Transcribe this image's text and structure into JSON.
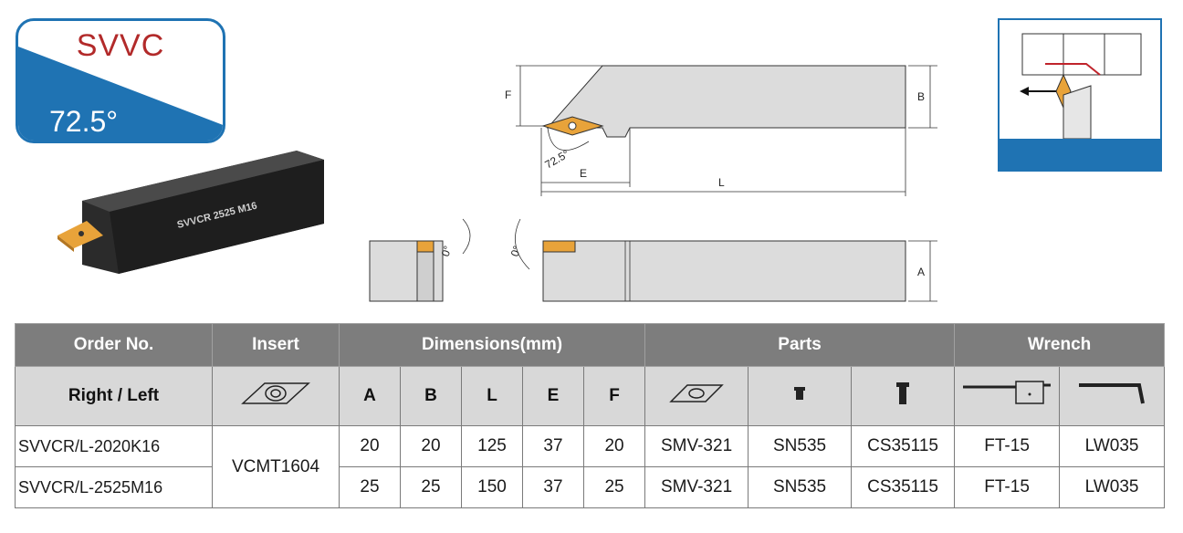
{
  "badge": {
    "name": "SVVC",
    "angle": "72.5°"
  },
  "tool": {
    "engraving": "SVVCR 2525 M16"
  },
  "drawing": {
    "angle_side": "72.5°",
    "angle_front_left": "0°",
    "angle_front_right": "0°",
    "dim_F": "F",
    "dim_B": "B",
    "dim_E": "E",
    "dim_L": "L",
    "dim_A": "A"
  },
  "table": {
    "group_headers": {
      "order_no": "Order No.",
      "insert": "Insert",
      "dimensions": "Dimensions(mm)",
      "parts": "Parts",
      "wrench": "Wrench"
    },
    "sub_headers": {
      "right_left": "Right / Left",
      "A": "A",
      "B": "B",
      "L": "L",
      "E": "E",
      "F": "F"
    },
    "insert_value": "VCMT1604",
    "rows": [
      {
        "order": "SVVCR/L-2020K16",
        "A": "20",
        "B": "20",
        "L": "125",
        "E": "37",
        "F": "20",
        "screw": "SMV-321",
        "shim_pin": "SN535",
        "clamp_screw": "CS35115",
        "wrench1": "FT-15",
        "wrench2": "LW035"
      },
      {
        "order": "SVVCR/L-2525M16",
        "A": "25",
        "B": "25",
        "L": "150",
        "E": "37",
        "F": "25",
        "screw": "SMV-321",
        "shim_pin": "SN535",
        "clamp_screw": "CS35115",
        "wrench1": "FT-15",
        "wrench2": "LW035"
      }
    ]
  },
  "colors": {
    "accent_blue": "#1f73b3",
    "badge_text_red": "#b22a2a",
    "insert_orange": "#e8a33a",
    "header_gray": "#7d7d7d"
  },
  "icons": [
    "insert-rhombus-icon",
    "screw-icon",
    "shim-pin-icon",
    "clamp-screw-icon",
    "torx-wrench-icon",
    "hex-key-icon"
  ]
}
